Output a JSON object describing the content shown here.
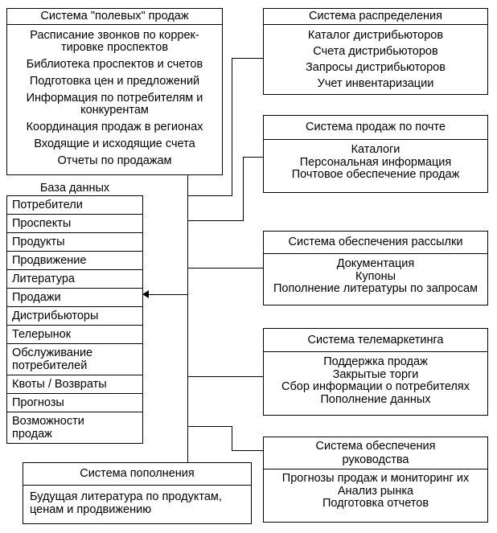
{
  "colors": {
    "line": "#000000",
    "background": "#ffffff",
    "text": "#000000"
  },
  "field_sales": {
    "title": "Система \"полевых\" продаж",
    "items": [
      "Расписание звонков по коррек-\nтировке проспектов",
      "Библиотека проспектов и счетов",
      "Подготовка цен и предложений",
      "Информация по потребителям и\nконкурентам",
      "Координация продаж в регионах",
      "Входящие и исходящие счета",
      "Отчеты по продажам"
    ]
  },
  "database": {
    "title": "База данных",
    "rows": [
      "Потребители",
      "Проспекты",
      "Продукты",
      "Продвижение",
      "Литература",
      "Продажи",
      "Дистрибьюторы",
      "Телерынок",
      "Обслуживание\nпотребителей",
      "Квоты / Возвраты",
      "Прогнозы",
      "Возможности\nпродаж"
    ]
  },
  "replenishment": {
    "title": "Система пополнения",
    "body": "Будущая литература по продуктам,\nценам и продвижению"
  },
  "distribution": {
    "title": "Система распределения",
    "items": [
      "Каталог дистрибьюторов",
      "Счета дистрибьюторов",
      "Запросы дистрибьюторов",
      "Учет инвентаризации"
    ]
  },
  "mail_sales": {
    "title": "Система продаж по почте",
    "items": [
      "Каталоги",
      "Персональная информация",
      "Почтовое обеспечение продаж"
    ]
  },
  "mailing_support": {
    "title": "Система обеспечения рассылки",
    "items": [
      "Документация",
      "Купоны",
      "Пополнение литературы по запросам"
    ]
  },
  "telemarketing": {
    "title": "Система телемаркетинга",
    "items": [
      "Поддержка продаж",
      "Закрытые торги",
      "Сбор информации о потребителях",
      "Пополнение данных"
    ]
  },
  "management_support": {
    "title": "Система обеспечения\nруководства",
    "items": [
      "Прогнозы продаж и мониторинг их",
      "Анализ рынка",
      "Подготовка отчетов"
    ]
  }
}
